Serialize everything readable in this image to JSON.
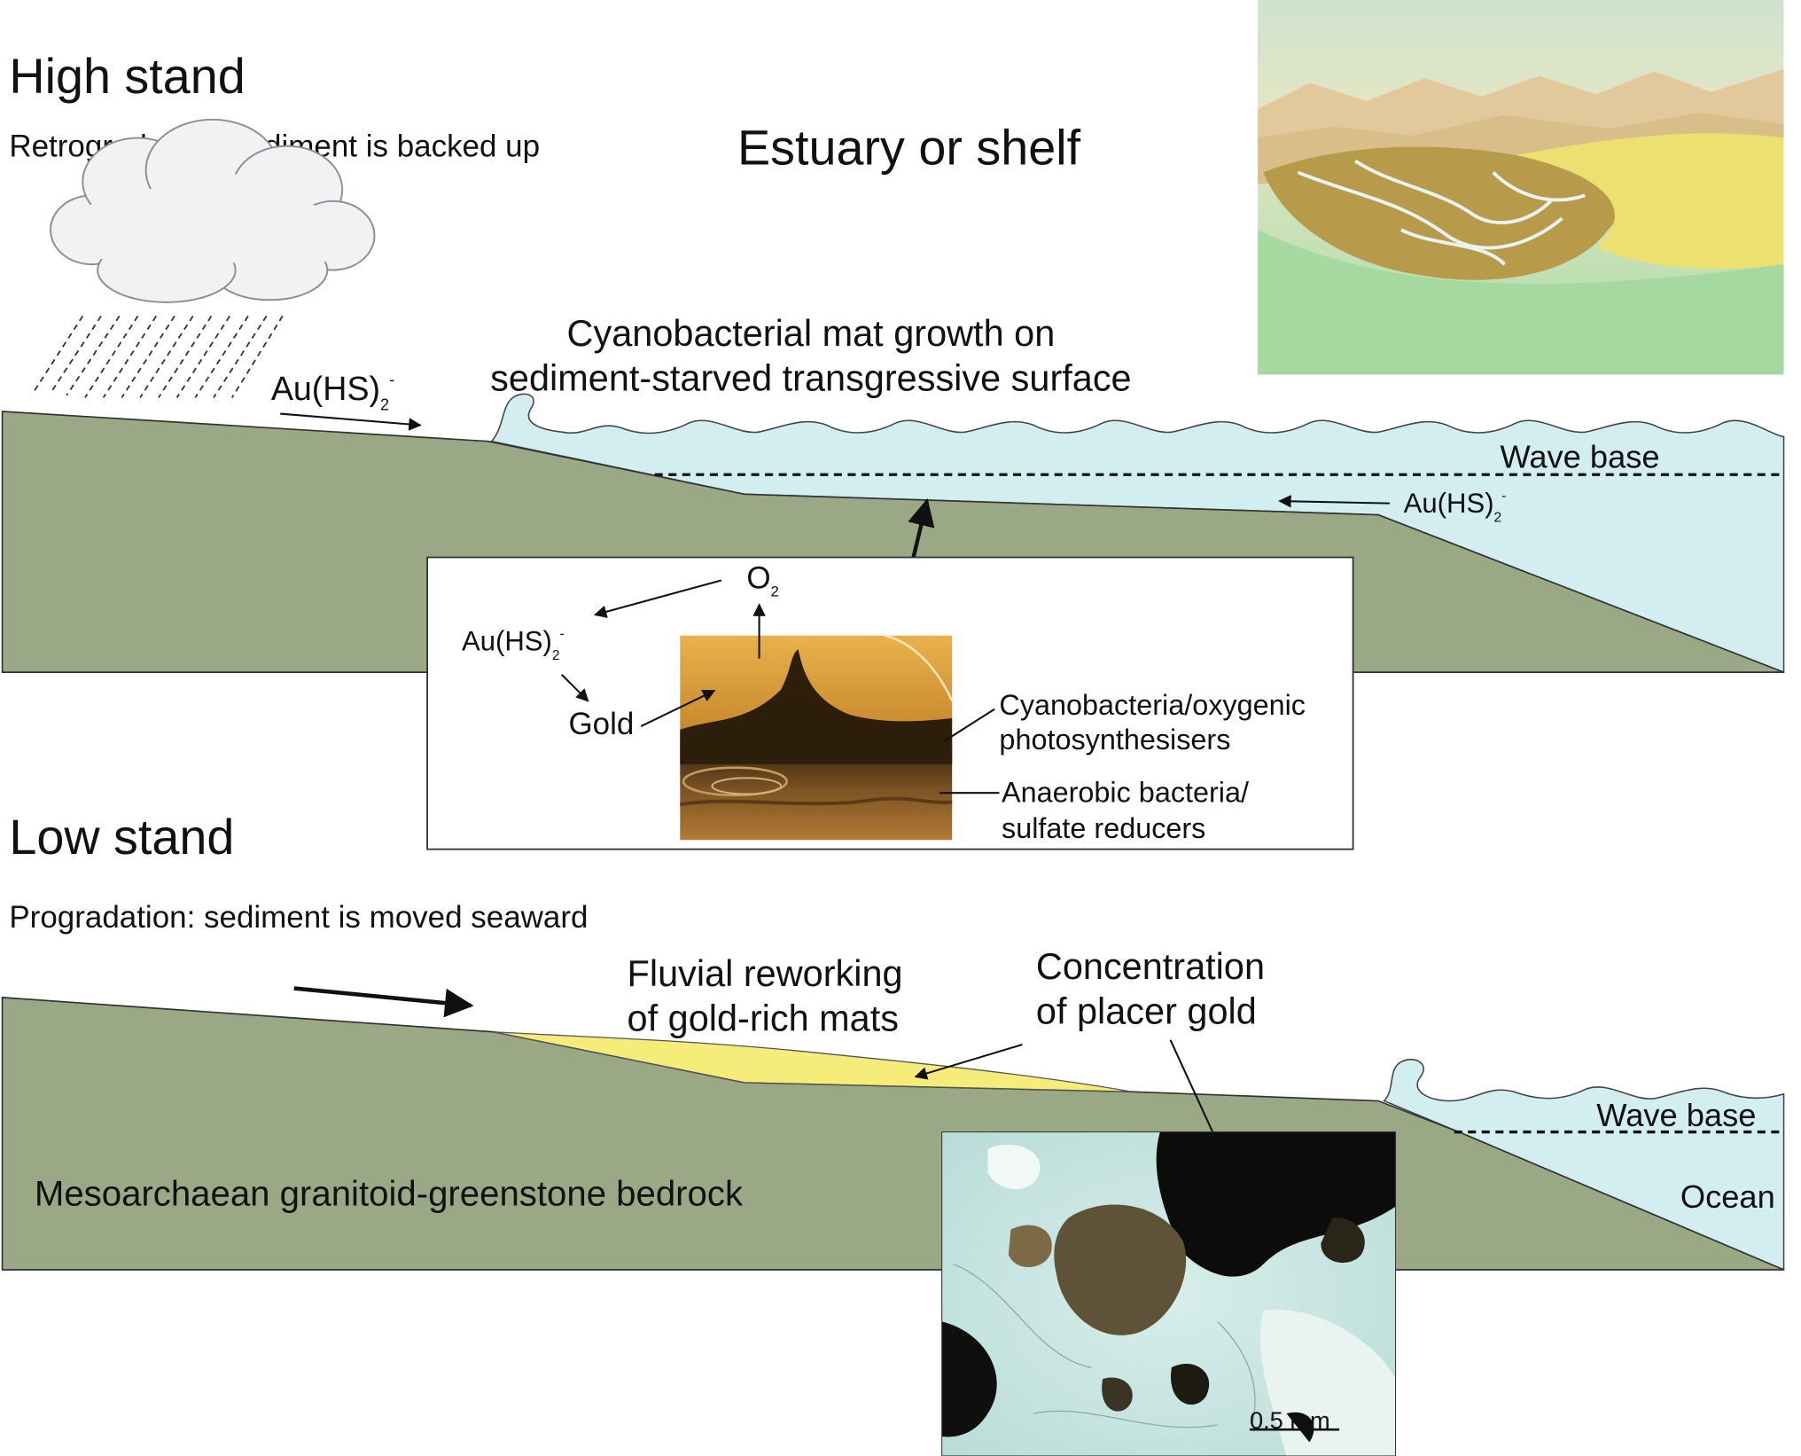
{
  "high_stand": {
    "title": "High stand",
    "subtitle": "Retrogradation: sediment is backed up",
    "setting": "Estuary or shelf",
    "mat_caption_line1": "Cyanobacterial mat growth on",
    "mat_caption_line2": "sediment-starved transgressive surface",
    "wave_base": "Wave base",
    "complex_left": {
      "base": "Au(HS)",
      "sub": "2",
      "sup": "-"
    },
    "complex_right": {
      "base": "Au(HS)",
      "sub": "2",
      "sup": "-"
    }
  },
  "inset": {
    "oxygen": {
      "base": "O",
      "sub": "2"
    },
    "complex": {
      "base": "Au(HS)",
      "sub": "2",
      "sup": "-"
    },
    "gold": "Gold",
    "cyano_line1": "Cyanobacteria/oxygenic",
    "cyano_line2": "photosynthesisers",
    "anaerobic_line1": "Anaerobic bacteria/",
    "anaerobic_line2": "sulfate reducers"
  },
  "low_stand": {
    "title": "Low stand",
    "subtitle": "Progradation: sediment is moved seaward",
    "fluvial_line1": "Fluvial reworking",
    "fluvial_line2": "of gold-rich mats",
    "placer_line1": "Concentration",
    "placer_line2": "of placer gold",
    "wave_base": "Wave base",
    "ocean": "Ocean",
    "bedrock": "Mesoarchaean granitoid-greenstone bedrock",
    "scale_bar": "0.5 mm"
  },
  "colors": {
    "bedrock": "#9ba886",
    "water": "#d2eef0",
    "placer": "#f5ec7a",
    "cloud": "#f1f2f3"
  }
}
